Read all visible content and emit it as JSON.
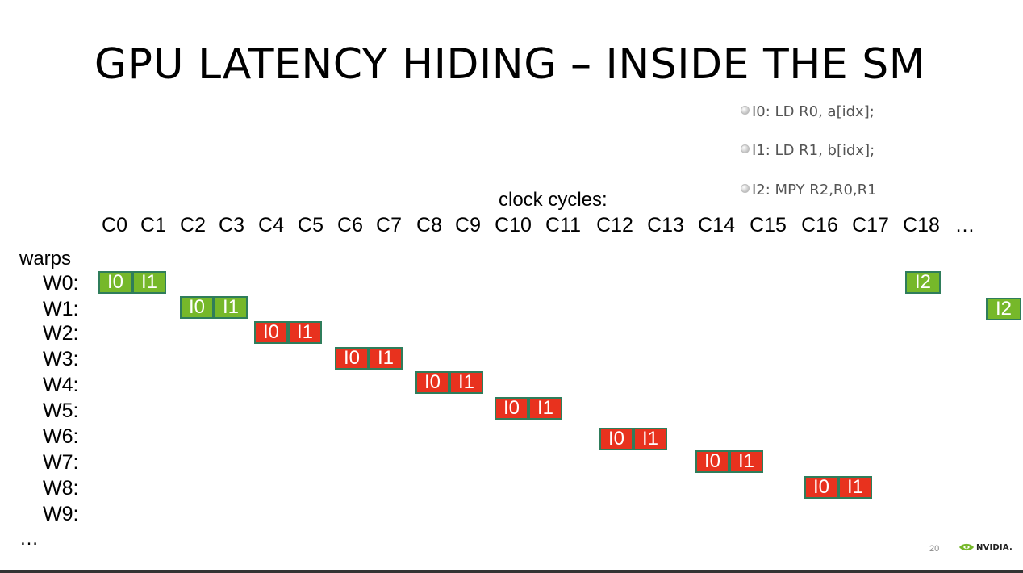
{
  "slide": {
    "title": "GPU LATENCY HIDING – INSIDE THE SM",
    "page_number": "20",
    "logo_text": "NVIDIA."
  },
  "code_lines": [
    "I0: LD R0, a[idx];",
    "I1: LD R1, b[idx];",
    "I2: MPY R2,R0,R1"
  ],
  "clock_caption": "clock cycles:",
  "cycles": [
    "C0",
    "C1",
    "C2",
    "C3",
    "C4",
    "C5",
    "C6",
    "C7",
    "C8",
    "C9",
    "C10",
    "C11",
    "C12",
    "C13",
    "C14",
    "C15",
    "C16",
    "C17",
    "C18",
    "…"
  ],
  "warps_heading": "warps",
  "warps": [
    "W0:",
    "W1:",
    "W2:",
    "W3:",
    "W4:",
    "W5:",
    "W6:",
    "W7:",
    "W8:",
    "W9:"
  ],
  "warps_more": "…",
  "colors": {
    "ready": "#76b82a",
    "stalled": "#e8321e",
    "border": "#2f7d5b"
  },
  "schedule": [
    {
      "warp": "W0",
      "label": "I0",
      "state": "ready"
    },
    {
      "warp": "W0",
      "label": "I1",
      "state": "ready"
    },
    {
      "warp": "W1",
      "label": "I0",
      "state": "ready"
    },
    {
      "warp": "W1",
      "label": "I1",
      "state": "ready"
    },
    {
      "warp": "W2",
      "label": "I0",
      "state": "stalled"
    },
    {
      "warp": "W2",
      "label": "I1",
      "state": "stalled"
    },
    {
      "warp": "W3",
      "label": "I0",
      "state": "stalled"
    },
    {
      "warp": "W3",
      "label": "I1",
      "state": "stalled"
    },
    {
      "warp": "W4",
      "label": "I0",
      "state": "stalled"
    },
    {
      "warp": "W4",
      "label": "I1",
      "state": "stalled"
    },
    {
      "warp": "W5",
      "label": "I0",
      "state": "stalled"
    },
    {
      "warp": "W5",
      "label": "I1",
      "state": "stalled"
    },
    {
      "warp": "W6",
      "label": "I0",
      "state": "stalled"
    },
    {
      "warp": "W6",
      "label": "I1",
      "state": "stalled"
    },
    {
      "warp": "W7",
      "label": "I0",
      "state": "stalled"
    },
    {
      "warp": "W7",
      "label": "I1",
      "state": "stalled"
    },
    {
      "warp": "W8",
      "label": "I0",
      "state": "stalled"
    },
    {
      "warp": "W8",
      "label": "I1",
      "state": "stalled"
    },
    {
      "warp": "W0",
      "label": "I2",
      "state": "ready"
    },
    {
      "warp": "W1",
      "label": "I2",
      "state": "ready"
    }
  ]
}
